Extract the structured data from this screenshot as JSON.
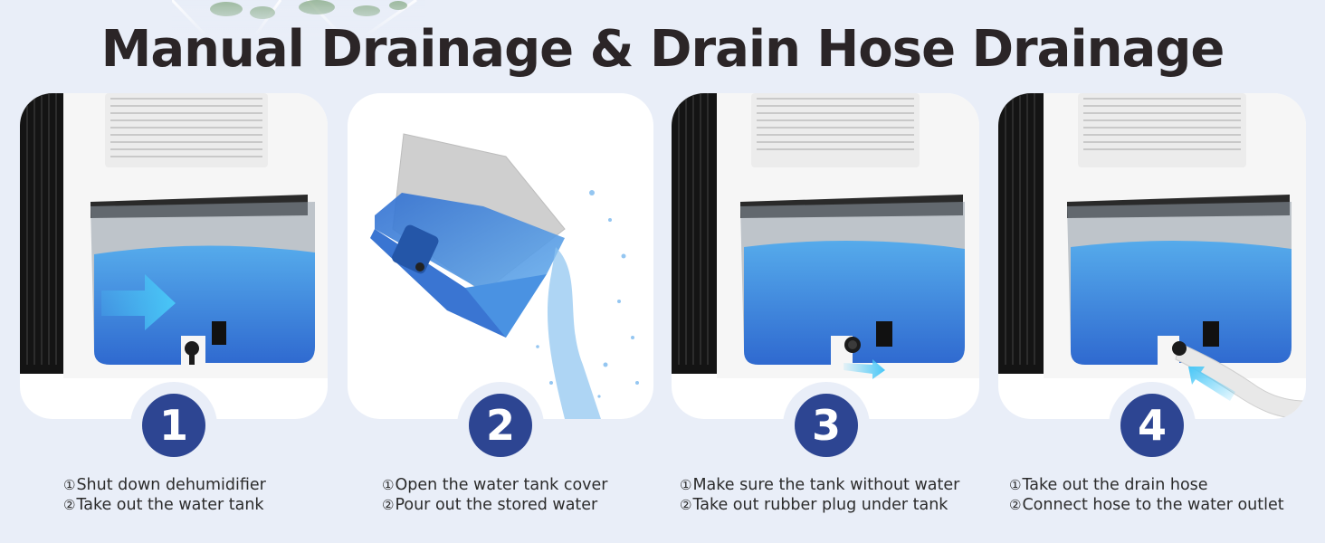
{
  "title": "Manual Drainage & Drain Hose Drainage",
  "colors": {
    "background": "#e9eef8",
    "card": "#ffffff",
    "badge": "#2d4592",
    "title_text": "#2b2527",
    "water": "#2f7fe0",
    "arrow": "#3fc3f5"
  },
  "steps": [
    {
      "number": "1",
      "image": "dehumidifier-tank-insert-arrow",
      "items": [
        {
          "marker": "①",
          "text": "Shut down dehumidifier"
        },
        {
          "marker": "②",
          "text": "Take out the water tank"
        }
      ]
    },
    {
      "number": "2",
      "image": "tank-pouring-water",
      "items": [
        {
          "marker": "①",
          "text": "Open the water tank cover"
        },
        {
          "marker": "②",
          "text": "Pour out the stored water"
        }
      ]
    },
    {
      "number": "3",
      "image": "tank-remove-rubber-plug",
      "items": [
        {
          "marker": "①",
          "text": "Make sure the tank without water"
        },
        {
          "marker": "②",
          "text": "Take out rubber plug under tank"
        }
      ]
    },
    {
      "number": "4",
      "image": "connect-drain-hose",
      "items": [
        {
          "marker": "①",
          "text": "Take out the drain hose"
        },
        {
          "marker": "②",
          "text": "Connect hose to the water outlet"
        }
      ]
    }
  ]
}
